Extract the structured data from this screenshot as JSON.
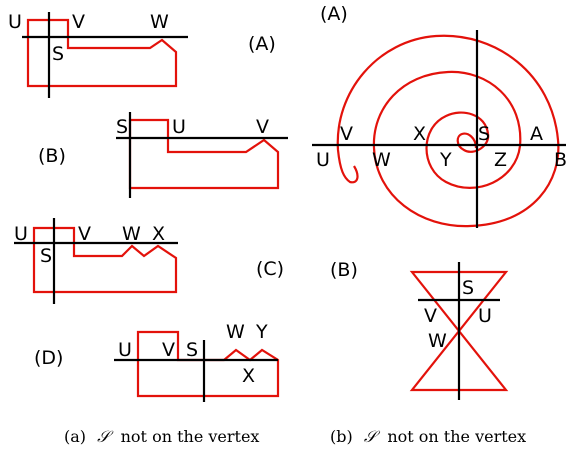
{
  "colors": {
    "curve": "#e3120b",
    "axis": "#000000"
  },
  "panel_a": {
    "figures": [
      {
        "tag": "(A)",
        "labels": [
          "U",
          "V",
          "W",
          "S"
        ]
      },
      {
        "tag": "(B)",
        "labels": [
          "S",
          "U",
          "V"
        ]
      },
      {
        "tag": "(C)",
        "labels": [
          "U",
          "V",
          "W",
          "X",
          "S"
        ]
      },
      {
        "tag": "(D)",
        "labels": [
          "U",
          "V",
          "S",
          "W",
          "Y",
          "X"
        ]
      }
    ],
    "caption_prefix": "(a)",
    "caption_symbol": "𝒮",
    "caption_text": "not on the vertex"
  },
  "panel_b": {
    "figures": [
      {
        "tag": "(A)",
        "labels": [
          "V",
          "X",
          "S",
          "A",
          "U",
          "W",
          "Y",
          "Z",
          "B"
        ]
      },
      {
        "tag": "(B)",
        "labels": [
          "S",
          "V",
          "U",
          "W"
        ]
      }
    ],
    "caption_prefix": "(b)",
    "caption_symbol": "𝒮",
    "caption_text": "not on the vertex"
  }
}
